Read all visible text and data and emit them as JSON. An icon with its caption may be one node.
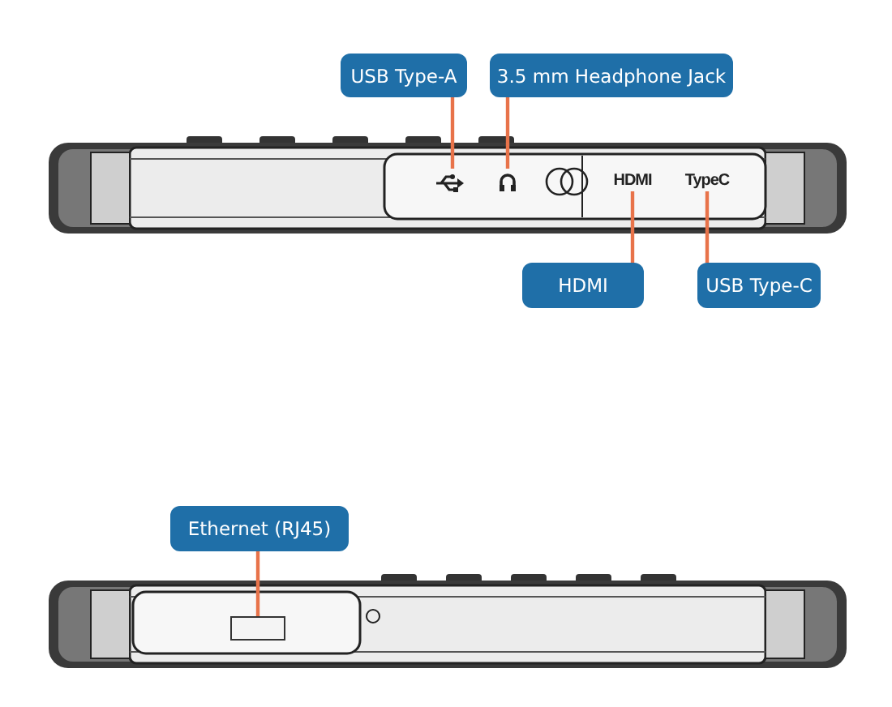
{
  "diagram": {
    "nodes": [
      {
        "text": [
          "USB Type-A"
        ]
      },
      {
        "text": [
          "3.5 mm Headphone Jack"
        ]
      },
      {
        "text": [],
        "shape": "picture"
      },
      {
        "text": [],
        "shape": "picture"
      },
      {
        "text": [
          "HDMI"
        ]
      },
      {
        "text": [
          "TypeC"
        ]
      },
      {
        "text": [
          "HDMI"
        ]
      },
      {
        "text": [
          "USB Type-C"
        ]
      },
      {
        "text": [
          "Ethernet (RJ45)"
        ]
      },
      {
        "text": [],
        "shape": "box"
      }
    ],
    "edges": [
      {
        "from": 0,
        "to": 2,
        "arrow": "none"
      },
      {
        "from": 1,
        "to": 3,
        "arrow": "none"
      },
      {
        "from": 6,
        "to": 4,
        "arrow": "none"
      },
      {
        "from": 7,
        "to": 5,
        "arrow": "none"
      },
      {
        "from": 8,
        "to": 9,
        "arrow": "none"
      }
    ]
  }
}
